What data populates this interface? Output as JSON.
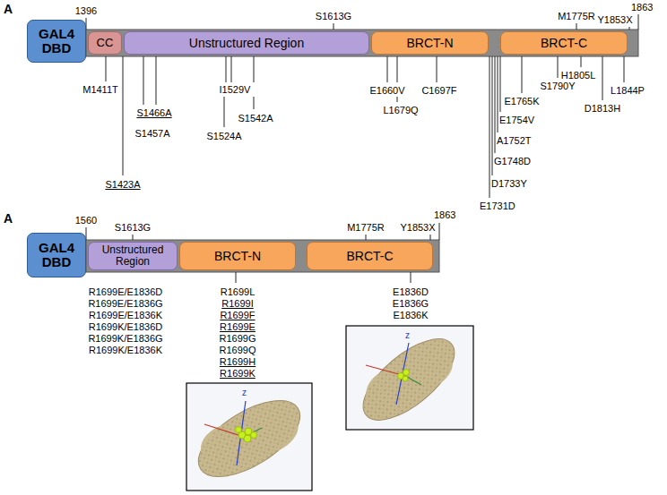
{
  "diagram": {
    "nodes": [
      {
        "text": [
          "GAL4 DBD"
        ]
      },
      {
        "text": [
          "CC"
        ]
      },
      {
        "text": [
          "Unstructured Region"
        ]
      },
      {
        "text": [
          "BRCT-N"
        ]
      },
      {
        "text": [
          "BRCT-C"
        ]
      },
      {
        "text": [
          "GAL4 DBD"
        ]
      },
      {
        "text": [
          "Unstructured Region"
        ]
      },
      {
        "text": [
          "BRCT-N"
        ]
      },
      {
        "text": [
          "BRCT-C"
        ]
      }
    ],
    "labels": [
      "A",
      "1396",
      "S1613G",
      "M1775R",
      "Y1853X",
      "1863",
      "M1411T",
      "S1466A",
      "S1457A",
      "S1423A",
      "I1529V",
      "S1542A",
      "S1524A",
      "E1660V",
      "L1679Q",
      "C1697F",
      "E1731D",
      "D1733Y",
      "G1748D",
      "A1752T",
      "E1754V",
      "E1765K",
      "S1790Y",
      "H1805L",
      "D1813H",
      "L1844P",
      "A",
      "1560",
      "S1613G",
      "M1775R",
      "Y1853X",
      "1863",
      "R1699E/E1836D",
      "R1699E/E1836G",
      "R1699E/E1836K",
      "R1699K/E1836D",
      "R1699K/E1836G",
      "R1699K/E1836K",
      "R1699L",
      "R1699I",
      "R1699F",
      "R1699E",
      "R1699G",
      "R1699Q",
      "R1699H",
      "R1699K",
      "E1836D",
      "E1836G",
      "E1836K",
      "z",
      "z"
    ]
  }
}
